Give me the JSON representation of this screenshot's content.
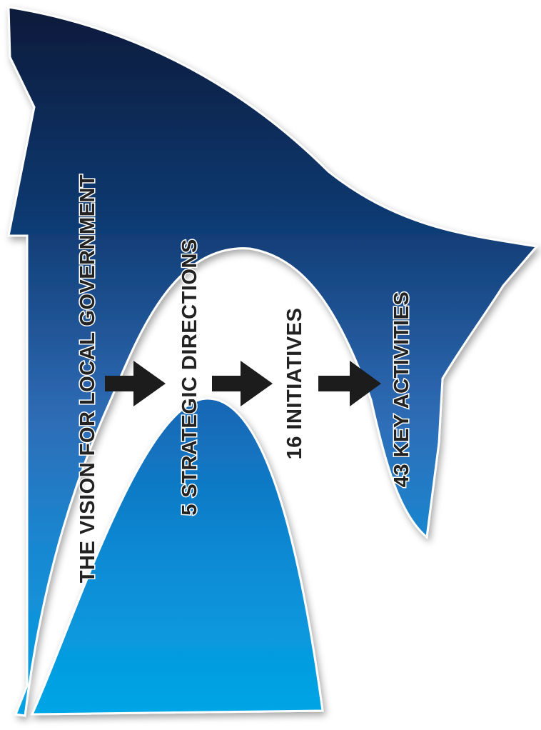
{
  "steps": [
    "THE VISION FOR LOCAL GOVERNMENT",
    "5 STRATEGIC DIRECTIONS",
    "16 INITIATIVES",
    "43 KEY ACTIVITIES"
  ],
  "colors": {
    "gradient_top": "#0a1a3a",
    "gradient_mid": "#2a6ab4",
    "gradient_bottom": "#079ee0",
    "arrow": "#1c1c1c",
    "outline": "#ffffff"
  }
}
